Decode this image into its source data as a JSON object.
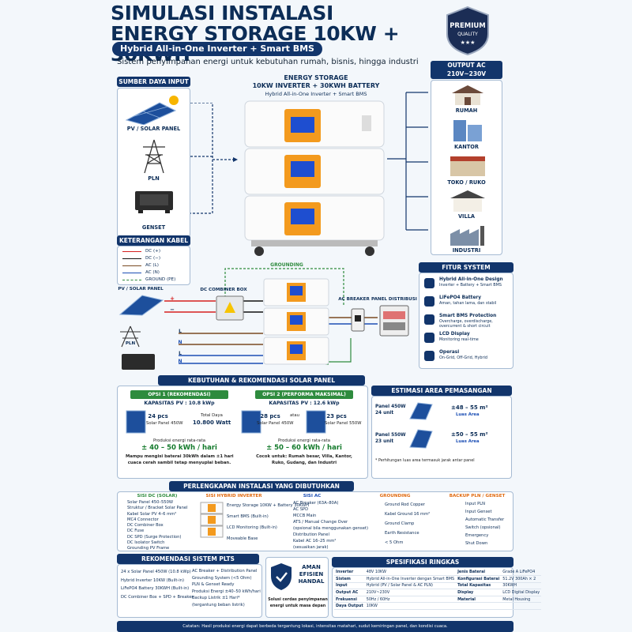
{
  "title1": "SIMULASI INSTALASI",
  "title2": "ENERGY STORAGE 10KW + 30KWH",
  "pill": "Hybrid All-in-One Inverter + Smart BMS",
  "tagline": "Sistem penyimpanan energi untuk kebutuhan rumah, bisnis, hingga industri",
  "badge": {
    "top": "PREMIUM",
    "bottom": "QUALITY",
    "stars": "★★★"
  },
  "source": {
    "header": "SUMBER DAYA INPUT",
    "items": [
      "PV / SOLAR PANEL",
      "PLN",
      "GENSET"
    ]
  },
  "center": {
    "l1": "ENERGY STORAGE",
    "l2": "10KW INVERTER + 30KWH BATTERY",
    "l3": "Hybrid All-in-One Inverter + Smart BMS"
  },
  "output": {
    "header1": "OUTPUT AC",
    "header2": "210V~230V",
    "items": [
      "RUMAH",
      "KANTOR",
      "TOKO / RUKO",
      "VILLA",
      "INDUSTRI"
    ]
  },
  "legend": {
    "header": "KETERANGAN KABEL",
    "items": [
      {
        "label": "DC (+)",
        "color": "#d62020"
      },
      {
        "label": "DC (−)",
        "color": "#111111"
      },
      {
        "label": "AC (L)",
        "color": "#7a4a22"
      },
      {
        "label": "AC (N)",
        "color": "#1c4fb5"
      },
      {
        "label": "GROUND (PE)",
        "color": "#2e8b3e"
      }
    ]
  },
  "wiring": {
    "grounding": "GROUNDING",
    "pv": "PV / SOLAR PANEL",
    "combiner": "DC COMBINER BOX",
    "pln": "PLN",
    "breaker": "AC BREAKER",
    "panel": "PANEL DISTRIBUSI",
    "plus": "+",
    "minus": "−",
    "L": "L",
    "N": "N"
  },
  "fitur": {
    "header": "FITUR SYSTEM",
    "items": [
      {
        "t": "Hybrid All-in-One Design",
        "d": "Inverter + Battery + Smart BMS"
      },
      {
        "t": "LiFePO4 Battery",
        "d": "Aman, tahan lama, dan stabil"
      },
      {
        "t": "Smart BMS Protection",
        "d": "Overcharge, overdischarge, overcurrent & short circuit"
      },
      {
        "t": "LCD Display",
        "d": "Monitoring real-time"
      },
      {
        "t": "Operasi",
        "d": "On-Grid, Off-Grid, Hybrid"
      }
    ]
  },
  "kebutuhan": {
    "header": "KEBUTUHAN & REKOMENDASI SOLAR PANEL",
    "o1": {
      "h": "OPSI 1 (REKOMENDASI)",
      "kap": "KAPASITAS PV : 10.8 kWp",
      "pcs": "24 pcs",
      "pcsd": "Solar Panel 450W",
      "td": "Total Daya",
      "tw": "10.800 Watt",
      "pe": "Produksi energi rata-rata",
      "val": "± 40 – 50 kWh / hari",
      "n1": "Mampu mengisi baterai 30kWh dalam ±1 hari",
      "n2": "cuaca cerah sambil tetap menyuplai beban."
    },
    "o2": {
      "h": "OPSI 2 (PERFORMA MAKSIMAL)",
      "kap": "KAPASITAS PV : 12.6 kWp",
      "p1": "28 pcs",
      "p1d": "Solar Panel 450W",
      "atau": "atau",
      "p2": "23 pcs",
      "p2d": "Solar Panel 550W",
      "pe": "Produksi energi rata-rata",
      "val": "± 50 – 60 kWh / hari",
      "n1": "Cocok untuk: Rumah besar, Villa, Kantor,",
      "n2": "Ruko, Gudang, dan Industri"
    }
  },
  "estimasi": {
    "header": "ESTIMASI AREA PEMASANGAN",
    "r1a": "Panel 450W",
    "r1b": "24 unit",
    "r1v": "±48 – 55 m²",
    "r1l": "Luas Area",
    "r2a": "Panel 550W",
    "r2b": "23 unit",
    "r2v": "±50 – 55 m²",
    "r2l": "Luas Area",
    "note": "* Perhitungan luas area termasuk jarak antar panel"
  },
  "perlengkapan": {
    "header": "PERLENGKAPAN INSTALASI YANG DIBUTUHKAN",
    "dc": {
      "h": "SISI DC (SOLAR)",
      "items": [
        "Solar Panel 450–550W",
        "Struktur / Bracket Solar Panel",
        "Kabel Solar PV 4–6 mm²",
        "MC4 Connector",
        "DC Combiner Box",
        "DC Fuse",
        "DC SPD (Surge Protection)",
        "DC Isolator Switch",
        "Grounding PV Frame"
      ]
    },
    "inv": {
      "h": "SISI HYBRID INVERTER",
      "items": [
        "Energy Storage 10KW + Battery 30KWH",
        "Smart BMS (Built-in)",
        "LCD Monitoring (Built-in)",
        "Moveable Base"
      ]
    },
    "ac": {
      "h": "SISI AC",
      "items": [
        "AC Breaker (63A–80A)",
        "AC SPD",
        "MCCB Main",
        "ATS / Manual Change Over",
        "(opsional bila menggunakan genset)",
        "Distribution Panel",
        "Kabel AC 16–25 mm²",
        "(sesuaikan jarak)"
      ]
    },
    "gr": {
      "h": "GROUNDING",
      "items": [
        "Ground Rod Copper",
        "Kabel Ground 16 mm²",
        "Ground Clamp",
        "Earth Resistance",
        "< 5 Ohm"
      ]
    },
    "bk": {
      "h": "BACKUP PLN / GENSET",
      "items": [
        "Input PLN",
        "Input Genset",
        "Automatic Transfer",
        "Switch (opsional)",
        "Emergency",
        "Shut Down"
      ]
    }
  },
  "rekomendasi": {
    "header": "REKOMENDASI SISTEM PLTS",
    "left": [
      "24 x Solar Panel 450W (10.8 kWp)",
      "Hybrid Inverter 10KW (Built-in)",
      "LiFePO4 Battery 30KWH (Built-in)",
      "DC Combiner Box + SPD + Breaker"
    ],
    "right": [
      "AC Breaker + Distribution Panel",
      "Grounding System (<5 Ohm)",
      "PLN & Genset Ready",
      "Produksi Energi ±40–50 kWh/hari",
      "Backup Listrik ±1 Hari*",
      "(tergantung beban listrik)"
    ]
  },
  "aman": {
    "l1": "AMAN",
    "l2": "EFISIEN",
    "l3": "HANDAL",
    "d1": "Solusi cerdas penyimpanan",
    "d2": "energi untuk masa depan"
  },
  "spesifikasi": {
    "header": "SPESIFIKASI RINGKAS",
    "rows": [
      [
        "Inverter",
        "48V 10KW",
        "Jenis Baterai",
        "Grade A LiFePO4"
      ],
      [
        "Sistem",
        "Hybrid All-in-One Inverter dengan Smart BMS",
        "Konfigurasi Baterai",
        "51.2V 300Ah × 2"
      ],
      [
        "Input",
        "Hybrid (PV / Solar Panel & AC PLN)",
        "Total Kapasitas",
        "30KWH"
      ],
      [
        "Output AC",
        "210V~230V",
        "Display",
        "LCD Digital Display"
      ],
      [
        "Frekuensi",
        "50Hz / 60Hz",
        "Material",
        "Metal Housing"
      ],
      [
        "Daya Output",
        "10KW",
        "",
        ""
      ]
    ]
  },
  "footer": "Catatan: Hasil produksi energi dapat berbeda tergantung lokasi, intensitas matahari, sudut kemiringan panel, dan kondisi cuaca.",
  "colors": {
    "navy": "#12356b",
    "green": "#2e8b3e",
    "orange": "#f39a1e"
  }
}
